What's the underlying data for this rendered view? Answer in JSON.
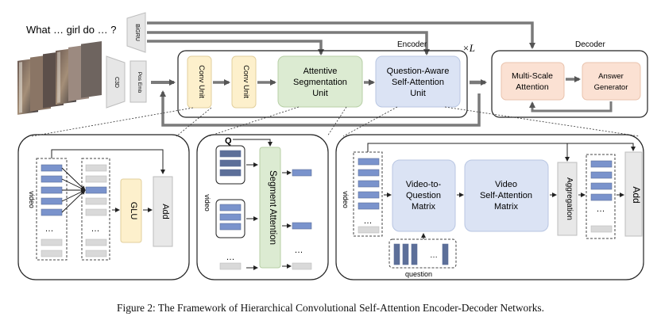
{
  "question": "What … girl do … ?",
  "labels": {
    "bigru": "BiGRU",
    "c3d": "C3D",
    "pos_emb": "Pos Emb",
    "encoder": "Encoder",
    "decoder": "Decoder",
    "times_l": "×L",
    "conv_unit": "Conv Unit",
    "attentive_seg": [
      "Attentive",
      "Segmentation",
      "Unit"
    ],
    "qa_self_attn": [
      "Question-Aware",
      "Self-Attention",
      "Unit"
    ],
    "multi_scale": [
      "Multi-Scale",
      "Attention"
    ],
    "answer_gen": [
      "Answer",
      "Generator"
    ],
    "video": "video",
    "glu": "GLU",
    "add": "Add",
    "q": "Q",
    "segment_attention": "Segment Attention",
    "v2q": [
      "Video-to-",
      "Question",
      "Matrix"
    ],
    "vsa": [
      "Video",
      "Self-Attention",
      "Matrix"
    ],
    "aggregation": "Aggregation",
    "question": "question",
    "dots": "…"
  },
  "colors": {
    "conv": "#fdf0cc",
    "seg": "#dcebd2",
    "qa": "#dbe3f4",
    "decoder_box": "#fbe1d3",
    "token": "#7a93cc",
    "token_dark": "#5c6f99",
    "grey": "#d9d9d9",
    "arrow": "#6b6b6b"
  },
  "caption": "Figure 2: The Framework of Hierarchical Convolutional Self-Attention Encoder-Decoder Networks."
}
